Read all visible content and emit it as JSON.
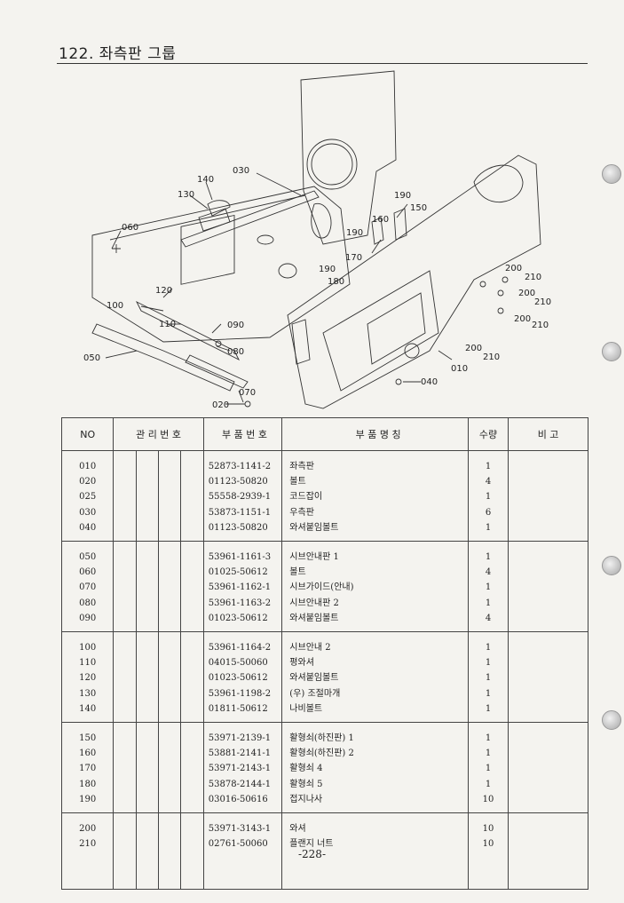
{
  "page": {
    "title": "122. 좌측판 그룹",
    "page_number": "-228-"
  },
  "diagram": {
    "callouts": [
      "030",
      "140",
      "130",
      "060",
      "190",
      "150",
      "160",
      "190",
      "170",
      "190",
      "180",
      "200",
      "210",
      "200",
      "210",
      "120",
      "100",
      "110",
      "090",
      "200",
      "210",
      "050",
      "080",
      "200",
      "210",
      "010",
      "040",
      "070",
      "020"
    ]
  },
  "table": {
    "headers": {
      "no": "NO",
      "mgmt": "관 리 번 호",
      "part_no": "부 품 번 호",
      "name": "부 품 명 칭",
      "qty": "수량",
      "remarks": "비 고"
    },
    "groups": [
      [
        {
          "no": "010",
          "part_no": "52873-1141-2",
          "name": "좌측판",
          "qty": "1"
        },
        {
          "no": "020",
          "part_no": "01123-50820",
          "name": "볼트",
          "qty": "4"
        },
        {
          "no": "025",
          "part_no": "55558-2939-1",
          "name": "코드잡이",
          "qty": "1"
        },
        {
          "no": "030",
          "part_no": "53873-1151-1",
          "name": "우측판",
          "qty": "6"
        },
        {
          "no": "040",
          "part_no": "01123-50820",
          "name": "와셔붙임볼트",
          "qty": "1"
        }
      ],
      [
        {
          "no": "050",
          "part_no": "53961-1161-3",
          "name": "시브안내판 1",
          "qty": "1"
        },
        {
          "no": "060",
          "part_no": "01025-50612",
          "name": "볼트",
          "qty": "4"
        },
        {
          "no": "070",
          "part_no": "53961-1162-1",
          "name": "시브가이드(안내)",
          "qty": "1"
        },
        {
          "no": "080",
          "part_no": "53961-1163-2",
          "name": "시브안내판 2",
          "qty": "1"
        },
        {
          "no": "090",
          "part_no": "01023-50612",
          "name": "와셔붙임볼트",
          "qty": "4"
        }
      ],
      [
        {
          "no": "100",
          "part_no": "53961-1164-2",
          "name": "시브안내 2",
          "qty": "1"
        },
        {
          "no": "110",
          "part_no": "04015-50060",
          "name": "평와셔",
          "qty": "1"
        },
        {
          "no": "120",
          "part_no": "01023-50612",
          "name": "와셔붙임볼트",
          "qty": "1"
        },
        {
          "no": "130",
          "part_no": "53961-1198-2",
          "name": "(우) 조절마개",
          "qty": "1"
        },
        {
          "no": "140",
          "part_no": "01811-50612",
          "name": "나비볼트",
          "qty": "1"
        }
      ],
      [
        {
          "no": "150",
          "part_no": "53971-2139-1",
          "name": "활형쇠(하진판) 1",
          "qty": "1"
        },
        {
          "no": "160",
          "part_no": "53881-2141-1",
          "name": "활형쇠(하진판) 2",
          "qty": "1"
        },
        {
          "no": "170",
          "part_no": "53971-2143-1",
          "name": "활형쇠 4",
          "qty": "1"
        },
        {
          "no": "180",
          "part_no": "53878-2144-1",
          "name": "활형쇠 5",
          "qty": "1"
        },
        {
          "no": "190",
          "part_no": "03016-50616",
          "name": "접지나사",
          "qty": "10"
        }
      ],
      [
        {
          "no": "200",
          "part_no": "53971-3143-1",
          "name": "와셔",
          "qty": "10"
        },
        {
          "no": "210",
          "part_no": "02761-50060",
          "name": "플랜지 너트",
          "qty": "10"
        }
      ]
    ]
  }
}
